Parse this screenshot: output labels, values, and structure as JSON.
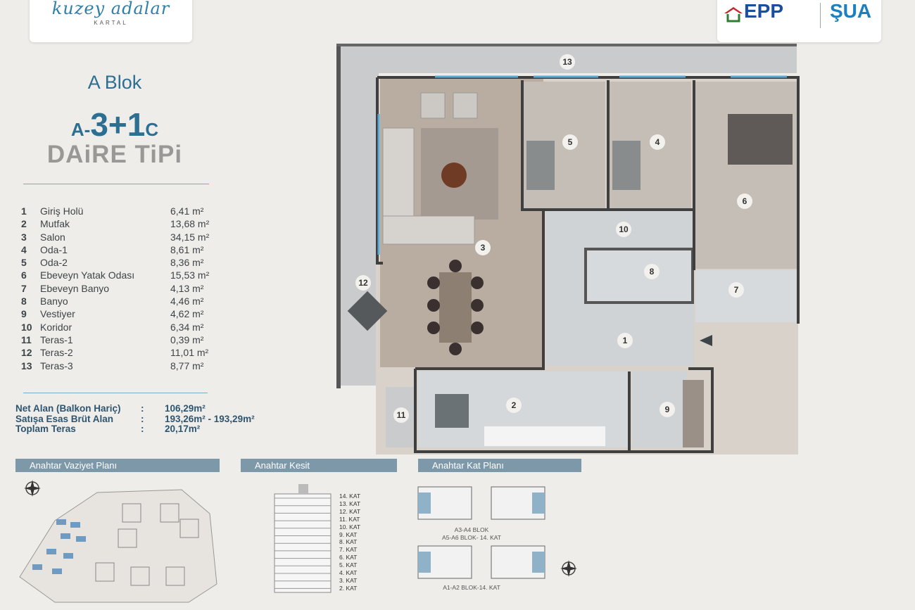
{
  "logos": {
    "left_brand": "kuzey adalar",
    "left_sub": "KARTAL",
    "right_brand_1": "EPP",
    "right_brand_2": "ŞUA"
  },
  "title": {
    "blok": "A Blok",
    "type_prefix": "A-",
    "type_main": "3+1",
    "type_suffix": "C",
    "daire_tipi": "DAiRE TiPi"
  },
  "rooms": [
    {
      "num": "1",
      "name": "Giriş Holü",
      "area": "6,41 m²"
    },
    {
      "num": "2",
      "name": "Mutfak",
      "area": "13,68 m²"
    },
    {
      "num": "3",
      "name": "Salon",
      "area": "34,15 m²"
    },
    {
      "num": "4",
      "name": "Oda-1",
      "area": "8,61 m²"
    },
    {
      "num": "5",
      "name": "Oda-2",
      "area": "8,36 m²"
    },
    {
      "num": "6",
      "name": "Ebeveyn Yatak Odası",
      "area": "15,53 m²"
    },
    {
      "num": "7",
      "name": "Ebeveyn Banyo",
      "area": "4,13 m²"
    },
    {
      "num": "8",
      "name": "Banyo",
      "area": "4,46 m²"
    },
    {
      "num": "9",
      "name": "Vestiyer",
      "area": "4,62 m²"
    },
    {
      "num": "10",
      "name": "Koridor",
      "area": "6,34 m²"
    },
    {
      "num": "11",
      "name": "Teras-1",
      "area": "0,39 m²"
    },
    {
      "num": "12",
      "name": "Teras-2",
      "area": "11,01 m²"
    },
    {
      "num": "13",
      "name": "Teras-3",
      "area": "8,77 m²"
    }
  ],
  "summary": [
    {
      "label": "Net Alan (Balkon Hariç)",
      "colon": ":",
      "value": "106,29m²"
    },
    {
      "label": "Satışa Esas Brüt Alan",
      "colon": ":",
      "value": "193,26m² - 193,29m²"
    },
    {
      "label": "Toplam Teras",
      "colon": ":",
      "value": "20,17m²"
    }
  ],
  "sections": {
    "vaziyet": "Anahtar Vaziyet Planı",
    "kesit": "Anahtar Kesit",
    "kat_plani": "Anahtar Kat Planı"
  },
  "kat_labels": [
    "14. KAT",
    "13. KAT",
    "12. KAT",
    "11. KAT",
    "10. KAT",
    "9. KAT",
    "8. KAT",
    "7. KAT",
    "6. KAT",
    "5. KAT",
    "4. KAT",
    "3. KAT",
    "2. KAT"
  ],
  "keyplan_captions": {
    "top_1": "A3-A4 BLOK",
    "top_2": "A5-A6 BLOK- 14. KAT",
    "bottom": "A1-A2 BLOK-14. KAT"
  },
  "plan_numbers": [
    "1",
    "2",
    "3",
    "4",
    "5",
    "6",
    "7",
    "8",
    "9",
    "10",
    "11",
    "12",
    "13"
  ],
  "colors": {
    "accent": "#2d6f93",
    "header_bar": "#7d98a9",
    "background": "#efede9"
  }
}
